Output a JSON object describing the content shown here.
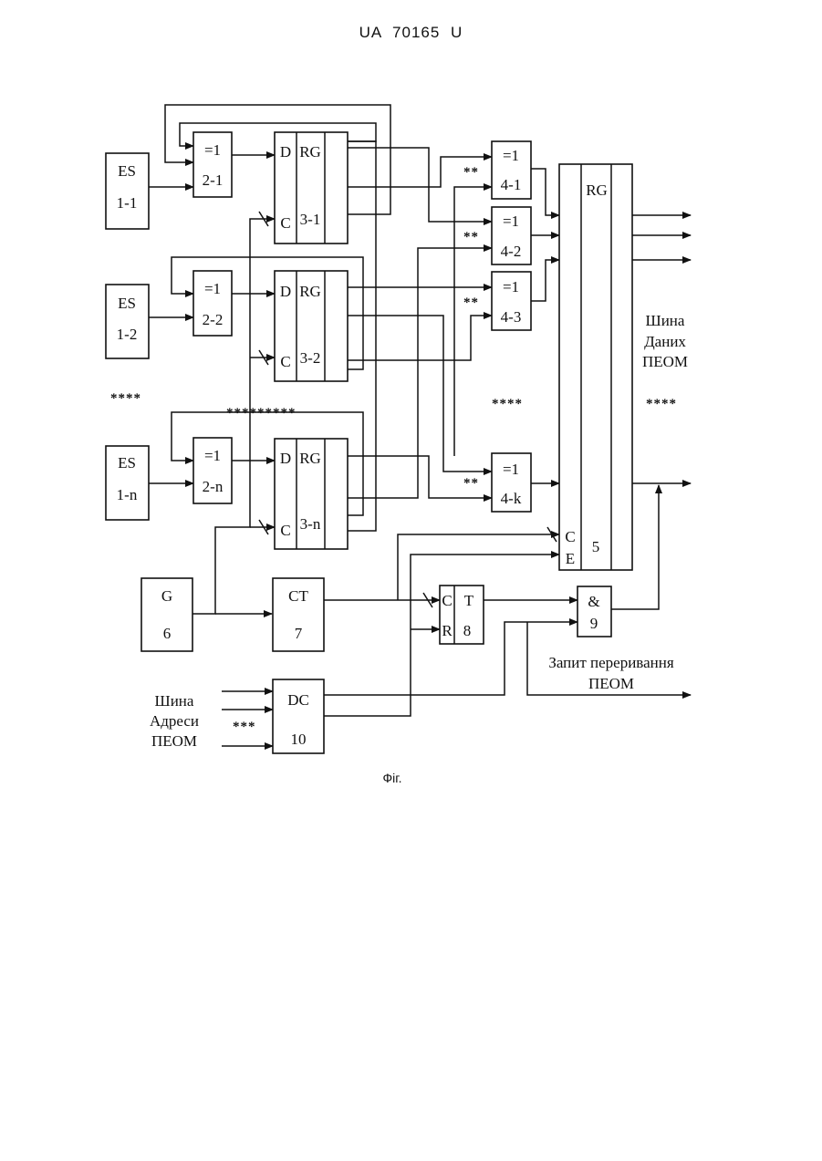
{
  "header": "UA 70165 U",
  "caption": "Фіг.",
  "blocks": {
    "es1": {
      "name": "ES",
      "num": "1-1"
    },
    "es2": {
      "name": "ES",
      "num": "1-2"
    },
    "esn": {
      "name": "ES",
      "num": "1-n"
    },
    "xor21": {
      "name": "=1",
      "num": "2-1"
    },
    "xor22": {
      "name": "=1",
      "num": "2-2"
    },
    "xor2n": {
      "name": "=1",
      "num": "2-n"
    },
    "rg31": {
      "d": "D",
      "rg": "RG",
      "c": "C",
      "num": "3-1"
    },
    "rg32": {
      "d": "D",
      "rg": "RG",
      "c": "C",
      "num": "3-2"
    },
    "rg3n": {
      "d": "D",
      "rg": "RG",
      "c": "C",
      "num": "3-n"
    },
    "xor41": {
      "name": "=1",
      "num": "4-1"
    },
    "xor42": {
      "name": "=1",
      "num": "4-2"
    },
    "xor43": {
      "name": "=1",
      "num": "4-3"
    },
    "xor4k": {
      "name": "=1",
      "num": "4-k"
    },
    "rg5": {
      "rg": "RG",
      "c": "C",
      "e": "E",
      "num": "5"
    },
    "g6": {
      "name": "G",
      "num": "6"
    },
    "ct7": {
      "name": "CT",
      "num": "7"
    },
    "t8": {
      "c": "C",
      "r": "R",
      "name": "T",
      "num": "8"
    },
    "and9": {
      "name": "&",
      "num": "9"
    },
    "dc10": {
      "name": "DC",
      "num": "10"
    }
  },
  "labels": {
    "data_bus": [
      "Шина",
      "Даних",
      "ПЕОМ"
    ],
    "address_bus": [
      "Шина",
      "Адреси",
      "ПЕОМ"
    ],
    "interrupt": [
      "Запит переривання",
      "ПЕОМ"
    ],
    "stars_es": "****",
    "stars_mid": "*********",
    "stars_xor4": "****",
    "stars_bus": "****",
    "stars_addr": "***",
    "double_star": "**"
  }
}
